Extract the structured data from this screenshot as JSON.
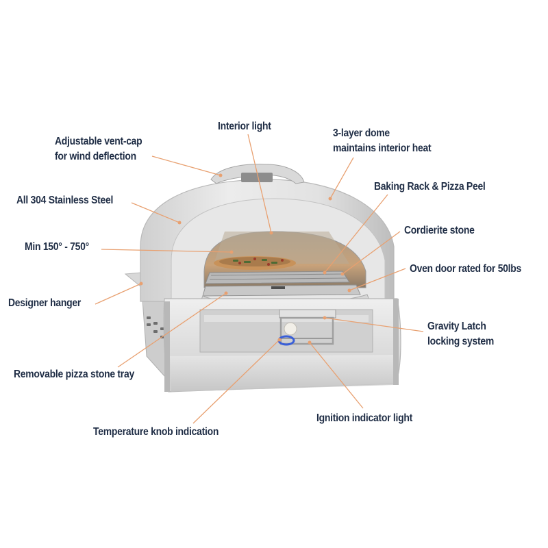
{
  "diagram": {
    "subject": "Built-in stainless steel pizza oven",
    "colors": {
      "text": "#1f2d45",
      "leader_line": "#e8a070",
      "background": "#ffffff",
      "steel_light": "#e6e6e6",
      "steel_mid": "#c9c9c9",
      "steel_dark": "#9a9a9a",
      "ignition_light": "#3a5fd8"
    },
    "callouts": [
      {
        "id": "interior-light",
        "lines": [
          "Interior light"
        ]
      },
      {
        "id": "vent-cap",
        "lines": [
          "Adjustable vent-cap",
          "for wind deflection"
        ]
      },
      {
        "id": "dome",
        "lines": [
          "3-layer dome",
          "maintains interior heat"
        ]
      },
      {
        "id": "baking-rack",
        "lines": [
          "Baking Rack & Pizza Peel"
        ]
      },
      {
        "id": "stainless",
        "lines": [
          "All 304 Stainless Steel"
        ]
      },
      {
        "id": "cordierite",
        "lines": [
          "Cordierite stone"
        ]
      },
      {
        "id": "temperature",
        "lines": [
          "Min 150° - 750°"
        ]
      },
      {
        "id": "oven-door",
        "lines": [
          "Oven door rated for 50lbs"
        ]
      },
      {
        "id": "hanger",
        "lines": [
          "Designer hanger"
        ]
      },
      {
        "id": "gravity-latch",
        "lines": [
          "Gravity Latch",
          "locking system"
        ]
      },
      {
        "id": "stone-tray",
        "lines": [
          "Removable pizza stone tray"
        ]
      },
      {
        "id": "ignition",
        "lines": [
          "Ignition indicator light"
        ]
      },
      {
        "id": "knob",
        "lines": [
          "Temperature knob indication"
        ]
      }
    ]
  }
}
